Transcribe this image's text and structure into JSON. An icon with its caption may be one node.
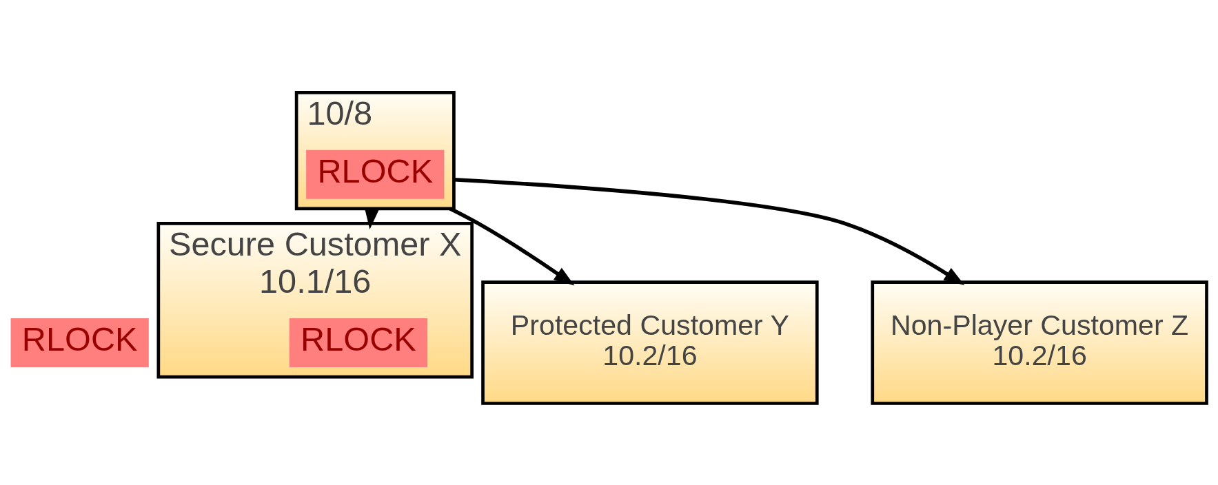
{
  "diagram": {
    "nodes": [
      {
        "text": [
          "10/8"
        ]
      },
      {
        "text": [
          "RLOCK"
        ],
        "in": 0
      },
      {
        "text": [
          "RLOCK"
        ]
      },
      {
        "text": [
          "Secure Customer X",
          "10.1/16"
        ]
      },
      {
        "text": [
          "RLOCK"
        ],
        "in": 3
      },
      {
        "text": [
          "Protected Customer Y",
          "10.2/16"
        ]
      },
      {
        "text": [
          "Non-Player Customer Z",
          "10.2/16"
        ]
      }
    ],
    "edges": [
      {
        "from": 0,
        "to": 3,
        "arrow": "to"
      },
      {
        "from": 0,
        "to": 5,
        "arrow": "to"
      },
      {
        "from": 0,
        "to": 6,
        "arrow": "to"
      }
    ]
  }
}
